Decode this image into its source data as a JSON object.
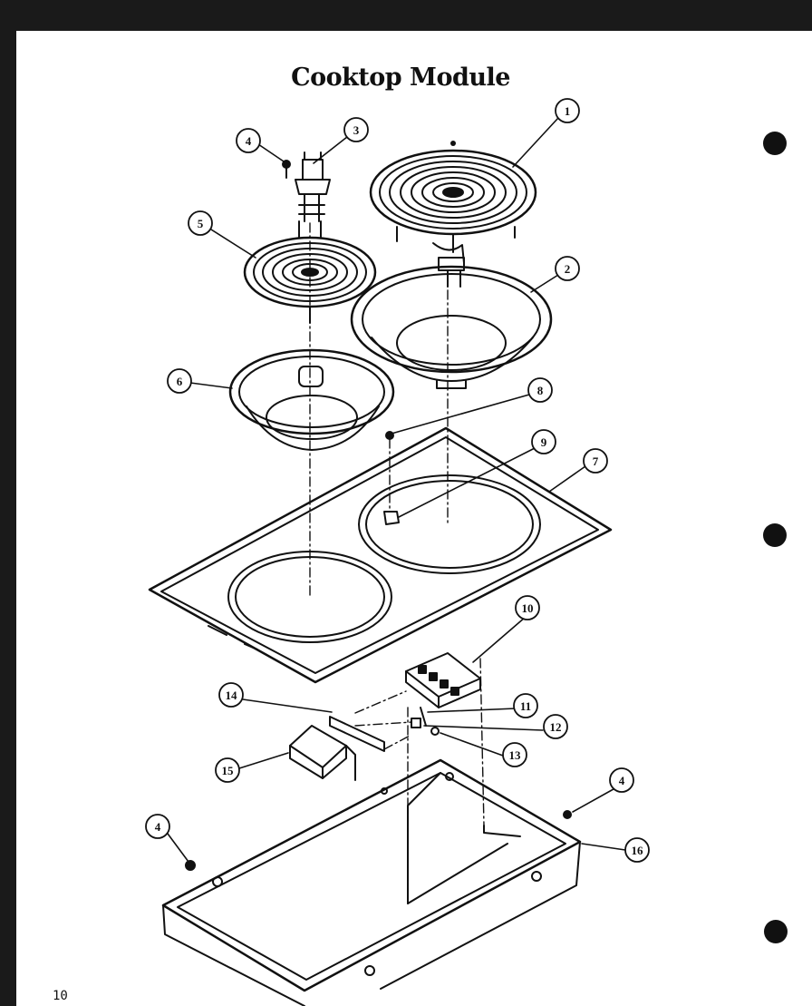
{
  "title": "Cooktop Module",
  "page_number": "10",
  "colors": {
    "ink": "#111111",
    "paper": "#ffffff",
    "margin": "#1a1a1a"
  },
  "callouts": [
    {
      "id": "c1",
      "label": "1"
    },
    {
      "id": "c2",
      "label": "2"
    },
    {
      "id": "c3",
      "label": "3"
    },
    {
      "id": "c4a",
      "label": "4"
    },
    {
      "id": "c5",
      "label": "5"
    },
    {
      "id": "c6",
      "label": "6"
    },
    {
      "id": "c8",
      "label": "8"
    },
    {
      "id": "c9",
      "label": "9"
    },
    {
      "id": "c7",
      "label": "7"
    },
    {
      "id": "c10",
      "label": "10"
    },
    {
      "id": "c14",
      "label": "14"
    },
    {
      "id": "c11",
      "label": "11"
    },
    {
      "id": "c12",
      "label": "12"
    },
    {
      "id": "c13",
      "label": "13"
    },
    {
      "id": "c15",
      "label": "15"
    },
    {
      "id": "c4b",
      "label": "4"
    },
    {
      "id": "c4c",
      "label": "4"
    },
    {
      "id": "c16",
      "label": "16"
    }
  ]
}
